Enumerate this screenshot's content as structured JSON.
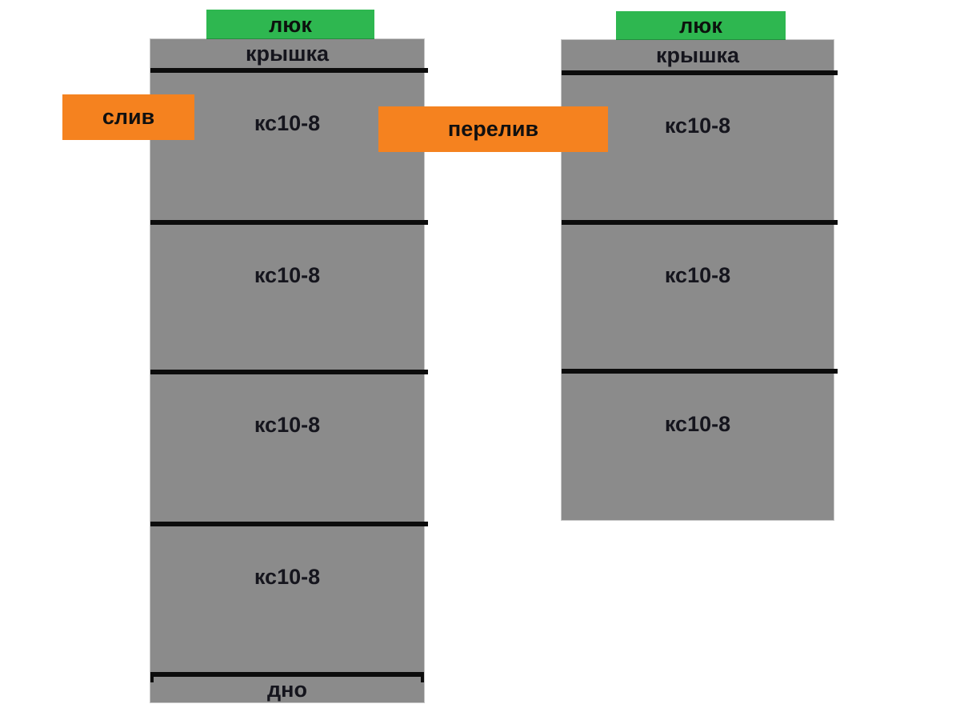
{
  "left_well": {
    "hatch_label": "люк",
    "cover_label": "крышка",
    "rings": [
      "кс10-8",
      "кс10-8",
      "кс10-8",
      "кс10-8"
    ],
    "bottom_label": "дно"
  },
  "right_well": {
    "hatch_label": "люк",
    "cover_label": "крышка",
    "rings": [
      "кс10-8",
      "кс10-8",
      "кс10-8"
    ]
  },
  "labels": {
    "drain": "слив",
    "overflow": "перелив"
  },
  "colors": {
    "hatch_green": "#2eb750",
    "pipe_orange": "#f5821f",
    "ring_gray": "#8b8b8b",
    "joint_line_black": "#0c0c0c",
    "background": "#ffffff"
  }
}
